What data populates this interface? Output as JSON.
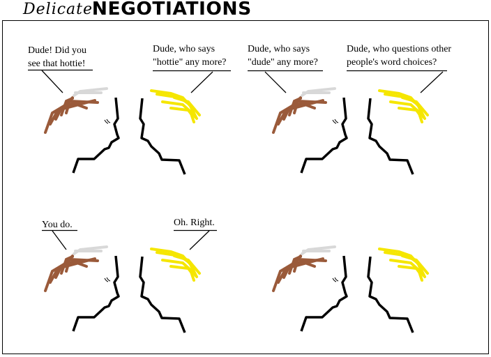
{
  "title": {
    "script": "Delicate",
    "main": "NEGOTIATIONS"
  },
  "panels": [
    {
      "bubbles": [
        {
          "lines": [
            "Dude! Did you",
            "see that hottie!"
          ]
        },
        {
          "lines": [
            "Dude, who says",
            "\"hottie\" any more?"
          ]
        }
      ]
    },
    {
      "bubbles": [
        {
          "lines": [
            "Dude, who says",
            "\"dude\" any more?"
          ]
        },
        {
          "lines": [
            "Dude, who questions other",
            "people's word choices?"
          ]
        }
      ]
    },
    {
      "bubbles": [
        {
          "lines": [
            "You do."
          ]
        },
        {
          "lines": [
            "Oh. Right."
          ]
        }
      ]
    },
    {
      "bubbles": []
    }
  ],
  "colors": {
    "brown_hair": "#9a5a3a",
    "grey_hair": "#d8d8d8",
    "yellow_hair": "#f5e600",
    "line": "#000000"
  }
}
